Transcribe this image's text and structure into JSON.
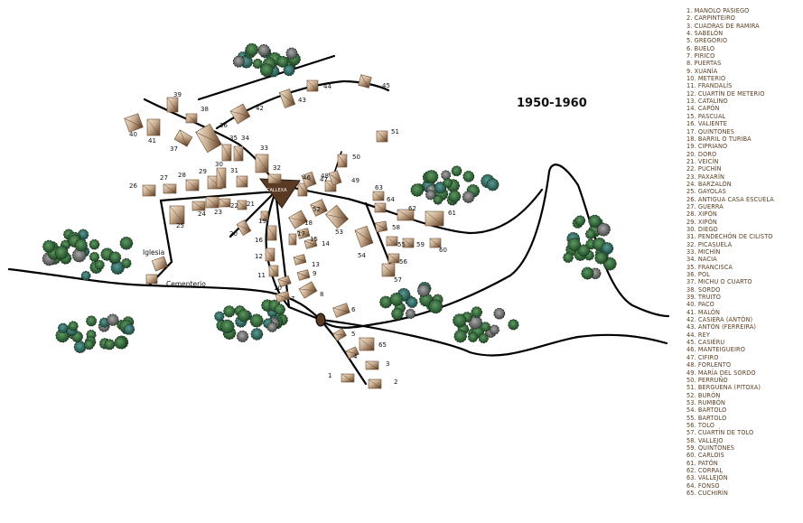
{
  "map_title": "1950-1960",
  "place_labels": {
    "church": "Iglesia",
    "cemetery": "Cementerio",
    "square": "CALLEXA"
  },
  "colors": {
    "house_dark": "#5a3a22",
    "house_light": "#e9dccb",
    "tree_green": "#2f6b36",
    "tree_teal": "#2f6f66",
    "tree_grey": "#6d6d6d",
    "legend_text": "#5a3e22"
  },
  "house_numbers": [
    "1",
    "2",
    "3",
    "4",
    "5",
    "6",
    "7",
    "8",
    "9",
    "10",
    "11",
    "12",
    "13",
    "14",
    "15",
    "16",
    "17",
    "18",
    "19",
    "20",
    "21",
    "22",
    "23",
    "24",
    "25",
    "26",
    "27",
    "28",
    "29",
    "30",
    "31",
    "32",
    "33",
    "34",
    "35",
    "36",
    "37",
    "38",
    "39",
    "40",
    "41",
    "42",
    "43",
    "44",
    "45",
    "46",
    "47",
    "48",
    "49",
    "50",
    "51",
    "52",
    "53",
    "54",
    "55",
    "56",
    "57",
    "58",
    "59",
    "60",
    "61",
    "62",
    "63",
    "64",
    "65"
  ],
  "legend": [
    "1. MANOLO PASIEGO",
    "2. CARPINTEIRO",
    "3. CUADRAS DE RAMIRA",
    "4. SABELÓN",
    "5. GREGORIO",
    "6. BUELO",
    "7. PIRICO",
    "8. PUERTAS",
    "9. XUANÍA",
    "10. METERIO",
    "11. FRANDALÍS",
    "12. CUARTÍN DE METERIO",
    "13. CATALINO",
    "14. CAPÓN",
    "15. PASCUAL",
    "16. VALIENTE",
    "17. QUINTONES",
    "18. BARRIL O TURIBA",
    "19. CIPRIANO",
    "20. DORO",
    "21. VEICÍN",
    "22. PUCHÍN",
    "23. PAXARÍN",
    "24. BARZALÓN",
    "25. GAYOLAS",
    "26. ANTIGUA CASA ESCUELA",
    "27. GUERRA",
    "28. XIPÓN",
    "29. XIPÓN",
    "30. DIEGO",
    "31. PENDECHÓN DE CILISTO",
    "32. PICASUELA",
    "33. MICHÍN",
    "34. NACIA",
    "35. FRANCISCA",
    "36. POL",
    "37. MICHU O CUARTO",
    "38. SORDO",
    "39. TRUITO",
    "40. PACO",
    "41. MALÓN",
    "42. CASIERA (ANTÓN)",
    "43. ANTÓN (FERREIRA)",
    "44. REY",
    "45. CASIÉRU",
    "46. MANTEIGUEIRO",
    "47. CIFIRO",
    "48. FORLENTO",
    "49. MARÍA DEL SORDO",
    "50. PERRUÑO",
    "51. BERGUENA (PITOXA)",
    "52. BURÓN",
    "53. RUMBÓN",
    "54. BARTOLO",
    "55. BARTOLO",
    "56. TOLO",
    "57. CUARTÍN DE TOLO",
    "58. VALLEJO",
    "59. QUINTONES",
    "60. CARLOIS",
    "61. PATÓN",
    "62. CORRAL",
    "63. VALLEJÓN",
    "64. FONSO",
    "65. CUCHIRÍN"
  ]
}
